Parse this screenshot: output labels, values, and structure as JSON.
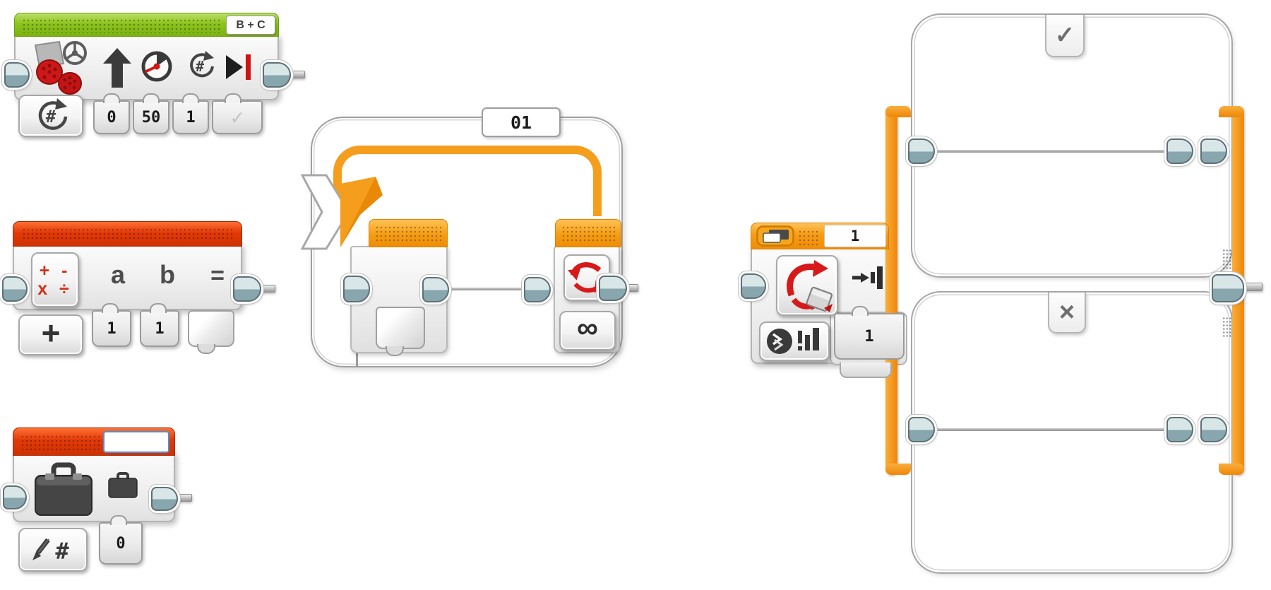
{
  "move_steering": {
    "port_label": "B + C",
    "values": {
      "steering": "0",
      "power": "50",
      "rotations": "1",
      "brake": "✓"
    }
  },
  "math": {
    "label_a": "a",
    "label_b": "b",
    "label_eq": "=",
    "icon_row1": "+ -",
    "icon_row2": "x ÷",
    "mode_symbol": "+",
    "value_a": "1",
    "value_b": "1"
  },
  "variable": {
    "name_value": "",
    "value": "0",
    "hash_symbol": "#"
  },
  "loop": {
    "label": "01",
    "infinity_symbol": "∞"
  },
  "switch": {
    "header_value": "1",
    "threshold_value": "1",
    "true_symbol": "✓",
    "false_symbol": "×"
  },
  "icons": {
    "hash_symbol": "#"
  }
}
